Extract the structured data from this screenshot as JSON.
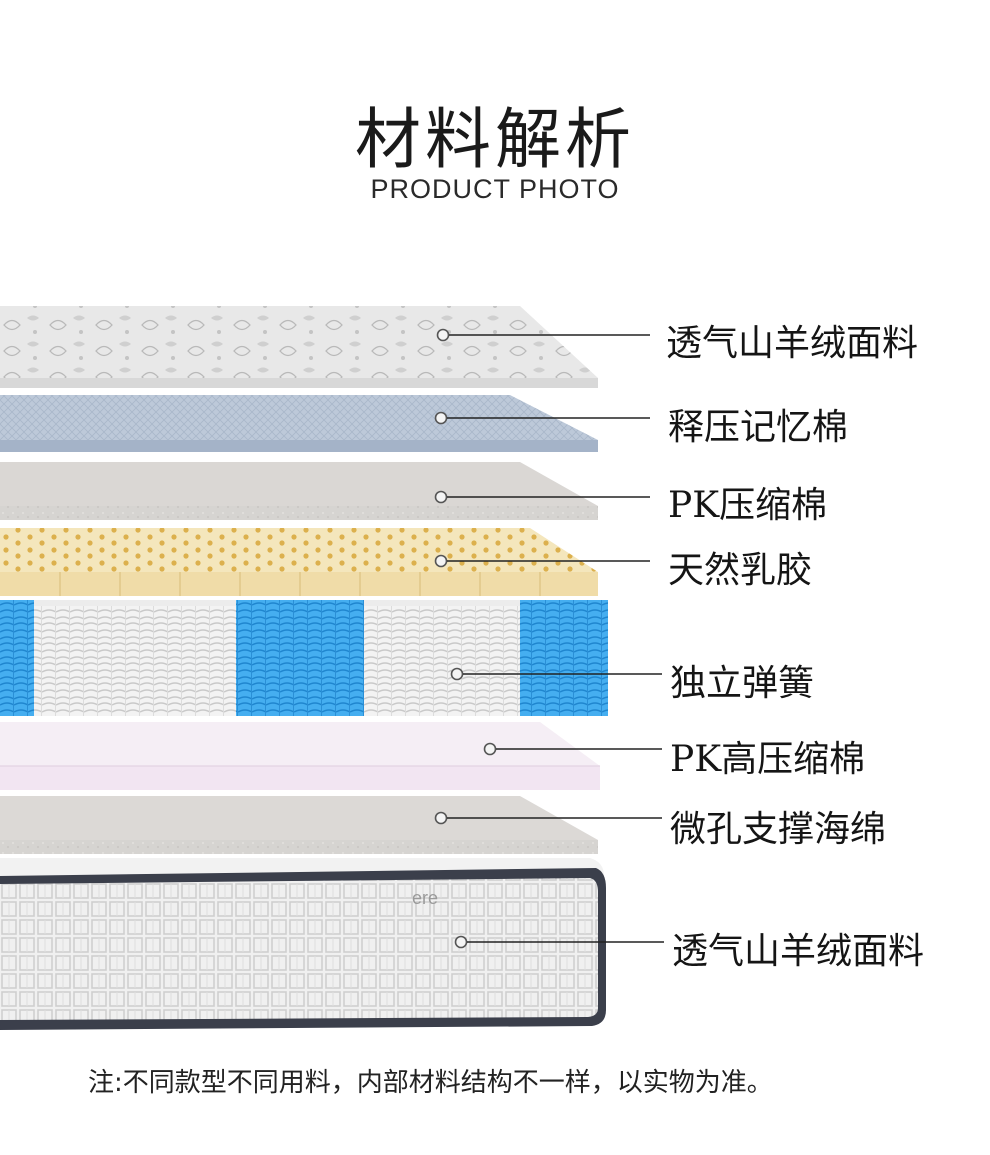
{
  "header": {
    "title": "材料解析",
    "subtitle": "PRODUCT PHOTO"
  },
  "layers": [
    {
      "label": "透气山羊绒面料"
    },
    {
      "label": "释压记忆棉"
    },
    {
      "label": "PK压缩棉"
    },
    {
      "label": "天然乳胶"
    },
    {
      "label": "独立弹簧"
    },
    {
      "label": "PK高压缩棉"
    },
    {
      "label": "微孔支撑海绵"
    },
    {
      "label": "透气山羊绒面料"
    }
  ],
  "mattress_brand_text": "ere",
  "footnote": "注:不同款型不同用料，内部材料结构不一样，以实物为准。",
  "colors": {
    "fabric": "#e4e4e4",
    "memory_foam": "#b6c3d4",
    "pk_foam": "#d3d0cd",
    "latex": "#f3e3b6",
    "spring_blue": "#3fa9ea",
    "high_pk_foam": "#f1e7f1",
    "support_foam": "#d9d6d3",
    "border_piping": "#3b3f4b"
  }
}
